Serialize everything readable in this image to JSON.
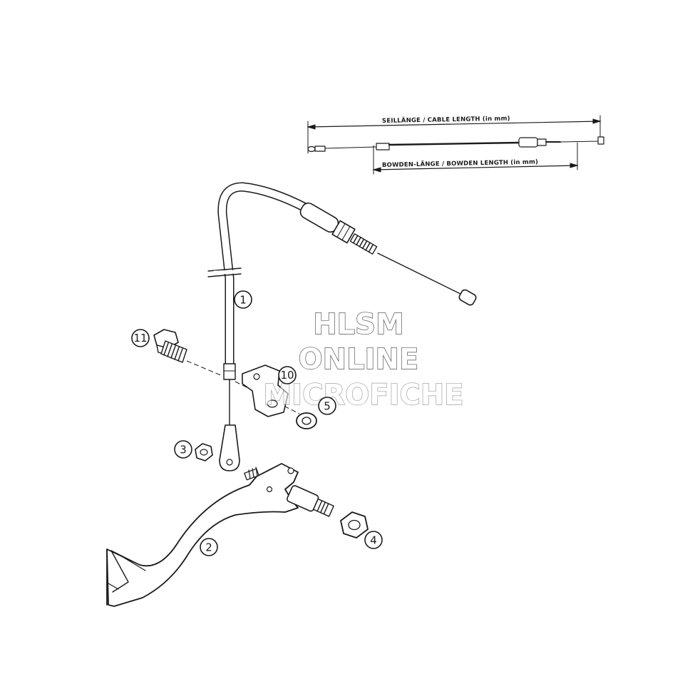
{
  "dimensions": {
    "cable_length_label": "SEILLÄNGE / CABLE LENGTH  (in mm)",
    "bowden_length_label": "BOWDEN-LÄNGE / BOWDEN LENGTH  (in mm)"
  },
  "watermark": {
    "line1": "HLSM",
    "line2": "ONLINE",
    "line3": "MICROFICHE"
  },
  "callouts": [
    "1",
    "2",
    "3",
    "4",
    "5",
    "10",
    "11"
  ]
}
